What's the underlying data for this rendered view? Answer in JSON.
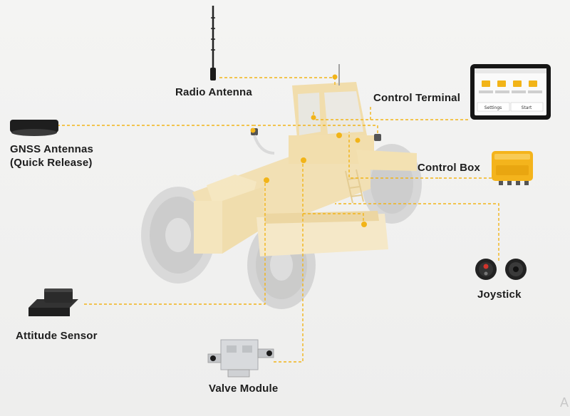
{
  "labels": {
    "radio_antenna": "Radio Antenna",
    "control_terminal": "Control Terminal",
    "gnss_line1": "GNSS Antennas",
    "gnss_line2": "(Quick Release)",
    "control_box": "Control Box",
    "joystick": "Joystick",
    "attitude_sensor": "Attitude Sensor",
    "valve_module": "Valve Module"
  },
  "terminal": {
    "settings_button": "Settings",
    "start_button": "Start"
  },
  "corner_mark": "A",
  "colors": {
    "accent": "#f2b418",
    "machine": "#f4e2b4",
    "tire": "#cfcfcf",
    "text": "#1d1d1d"
  }
}
